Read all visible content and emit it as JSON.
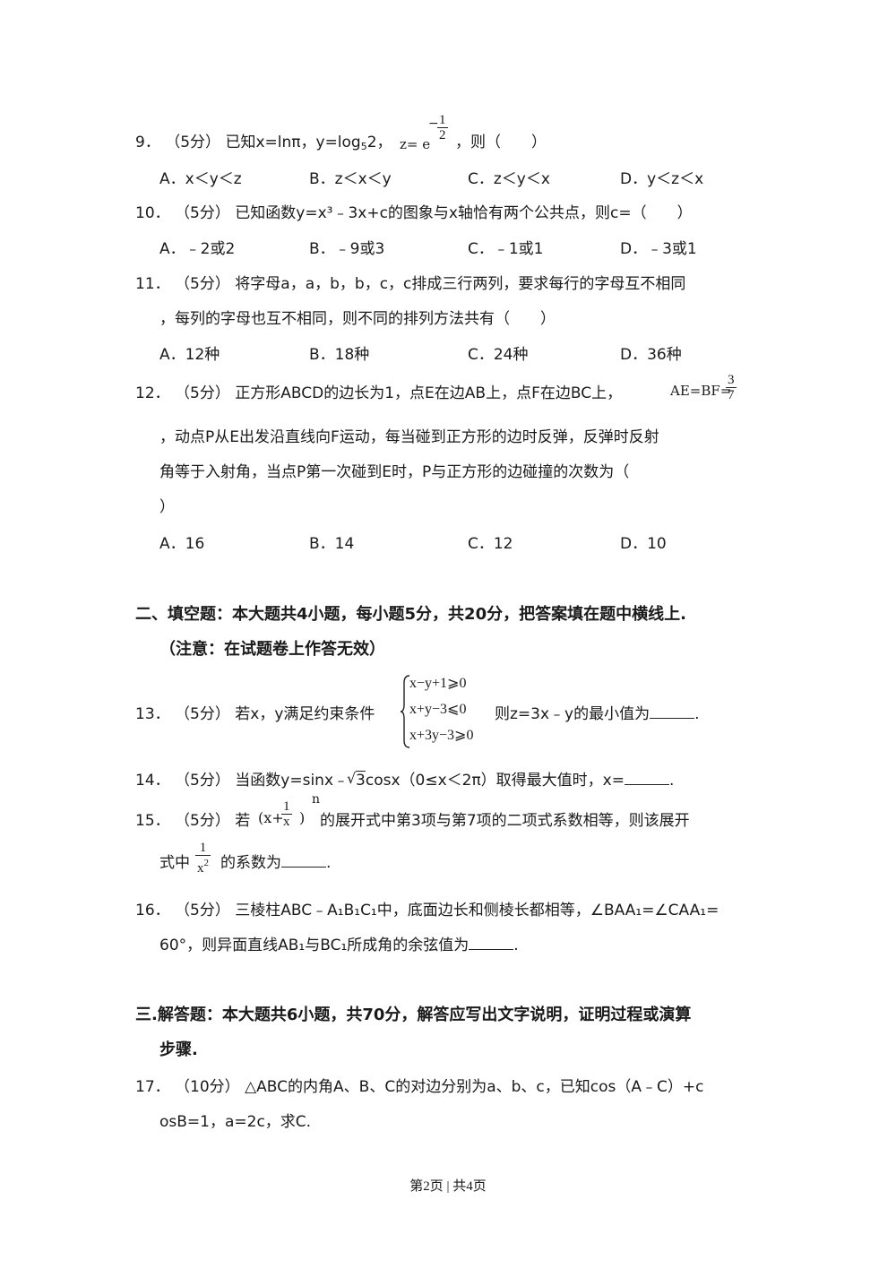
{
  "q9": {
    "num": "9．",
    "pts": "（5分）",
    "text_a": "已知x=lnπ，y=log",
    "log_base": "5",
    "text_b": "2，",
    "z_eq": "z= e",
    "exp_sign": "−",
    "exp_num": "1",
    "exp_den": "2",
    "text_c": "，则（　　）",
    "options": [
      "A．x＜y＜z",
      "B．z＜x＜y",
      "C．z＜y＜x",
      "D．y＜z＜x"
    ]
  },
  "q10": {
    "num": "10．",
    "pts": "（5分）",
    "text": "已知函数y=x³﹣3x+c的图象与x轴恰有两个公共点，则c=（　　）",
    "options": [
      "A．﹣2或2",
      "B．﹣9或3",
      "C．﹣1或1",
      "D．﹣3或1"
    ]
  },
  "q11": {
    "num": "11．",
    "pts": "（5分）",
    "line1": "将字母a，a，b，b，c，c排成三行两列，要求每行的字母互不相同",
    "line2": "，每列的字母也互不相同，则不同的排列方法共有（　　）",
    "options": [
      "A．12种",
      "B．18种",
      "C．24种",
      "D．36种"
    ]
  },
  "q12": {
    "num": "12．",
    "pts": "（5分）",
    "line1": "正方形ABCD的边长为1，点E在边AB上，点F在边BC上，",
    "formula": "AE=BF=",
    "frac_num": "3",
    "frac_den": "7",
    "line2": "，动点P从E出发沿直线向F运动，每当碰到正方形的边时反弹，反弹时反射",
    "line3": "角等于入射角，当点P第一次碰到E时，P与正方形的边碰撞的次数为（",
    "line4": "）",
    "options": [
      "A．16",
      "B．14",
      "C．12",
      "D．10"
    ]
  },
  "section2": {
    "line1": "二、填空题：本大题共4小题，每小题5分，共20分，把答案填在题中横线上.",
    "line2": "（注意：在试题卷上作答无效）"
  },
  "q13": {
    "num": "13．",
    "pts": "（5分）",
    "text_a": "若x，y满足约束条件",
    "sys": [
      "x−y+1⩾0",
      "x+y−3⩽0",
      "x+3y−3⩾0"
    ],
    "text_b": "则z=3x﹣y的最小值为",
    "tail": "."
  },
  "q14": {
    "num": "14．",
    "pts": "（5分）",
    "text_a": "当函数y=sinx﹣",
    "sqrt": "3",
    "text_b": "cosx（0≤x＜2π）取得最大值时，x=",
    "tail": "."
  },
  "q15": {
    "num": "15．",
    "pts": "（5分）",
    "text_a": "若",
    "expr_x": "(x+",
    "expr_num": "1",
    "expr_den": "x",
    "expr_close": ")",
    "exp_n": "n",
    "text_b": "的展开式中第3项与第7项的二项式系数相等，则该展开",
    "line2_a": "式中",
    "frac2_num": "1",
    "frac2_den": "x",
    "frac2_sup": "2",
    "line2_b": "的系数为",
    "tail": "."
  },
  "q16": {
    "num": "16．",
    "pts": "（5分）",
    "line1": "三棱柱ABC﹣A₁B₁C₁中，底面边长和侧棱长都相等，∠BAA₁=∠CAA₁=",
    "line2_a": "60°，则异面直线AB₁与BC₁所成角的余弦值为",
    "tail": "."
  },
  "section3": {
    "line1": "三.解答题：本大题共6小题，共70分，解答应写出文字说明，证明过程或演算",
    "line2": "步骤."
  },
  "q17": {
    "num": "17．",
    "pts": "（10分）",
    "line1": "△ABC的内角A、B、C的对边分别为a、b、c，已知cos（A﹣C）+c",
    "line2": "osB=1，a=2c，求C."
  },
  "footer": "第2页 | 共4页"
}
